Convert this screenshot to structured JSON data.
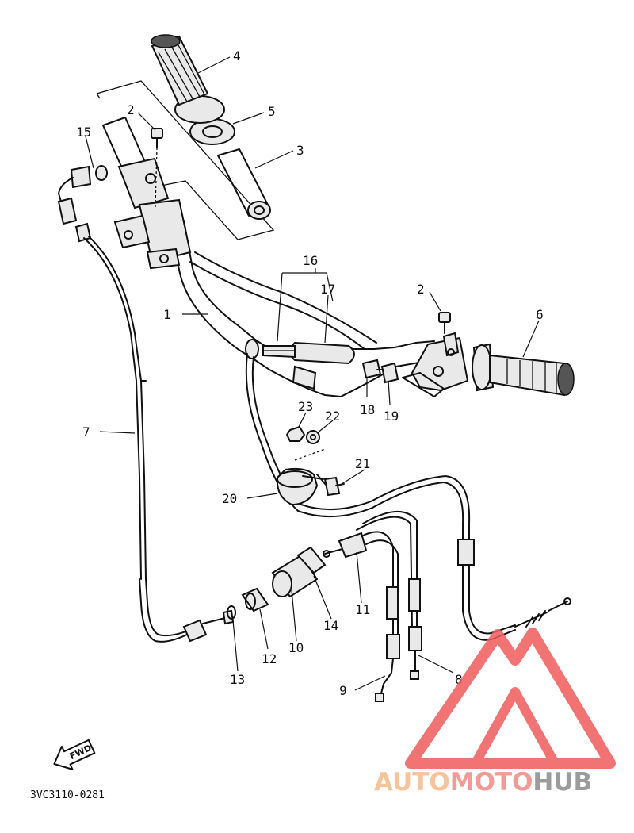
{
  "diagram": {
    "part_code": "3VC3110-0281",
    "direction_label": "FWD",
    "callouts": [
      "1",
      "2",
      "2",
      "3",
      "4",
      "5",
      "6",
      "7",
      "8",
      "9",
      "10",
      "11",
      "12",
      "13",
      "14",
      "15",
      "16",
      "17",
      "18",
      "19",
      "20",
      "21",
      "22",
      "23"
    ]
  },
  "watermark": {
    "part1": "AUTO",
    "part2": "MOTO",
    "part3": "HUB",
    "colors": {
      "auto": "#f5c49a",
      "moto": "#f29a95",
      "hub": "#9c9c9c",
      "logo": "#ef5b5b"
    }
  }
}
